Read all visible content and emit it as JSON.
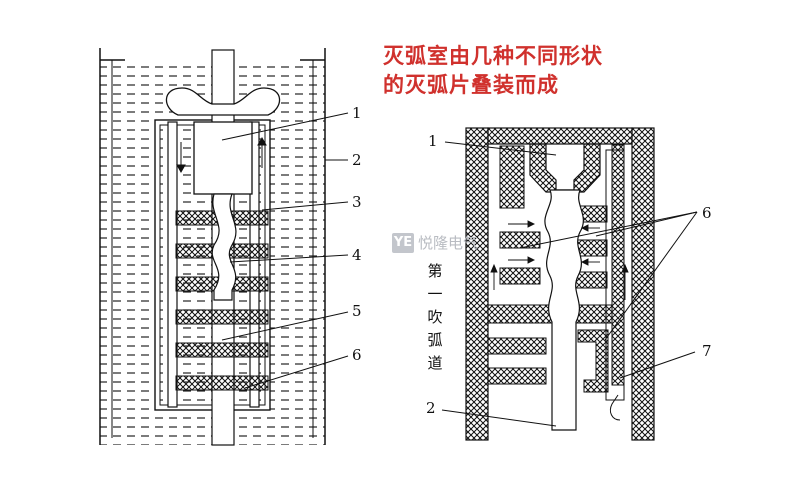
{
  "caption": {
    "line1": "灭弧室由几种不同形状",
    "line2": "的灭弧片叠装而成"
  },
  "watermark": {
    "logo": "YE",
    "text": "悦隆电气"
  },
  "left_figure": {
    "labels": [
      "1",
      "2",
      "3",
      "4",
      "5",
      "6"
    ]
  },
  "right_figure": {
    "labels": [
      "1",
      "6",
      "7",
      "2"
    ],
    "vertical_text": [
      "第",
      "一",
      "吹",
      "弧",
      "道"
    ]
  },
  "colors": {
    "caption": "#d0312d",
    "line": "#111111",
    "watermark": "#b9bcc2"
  }
}
